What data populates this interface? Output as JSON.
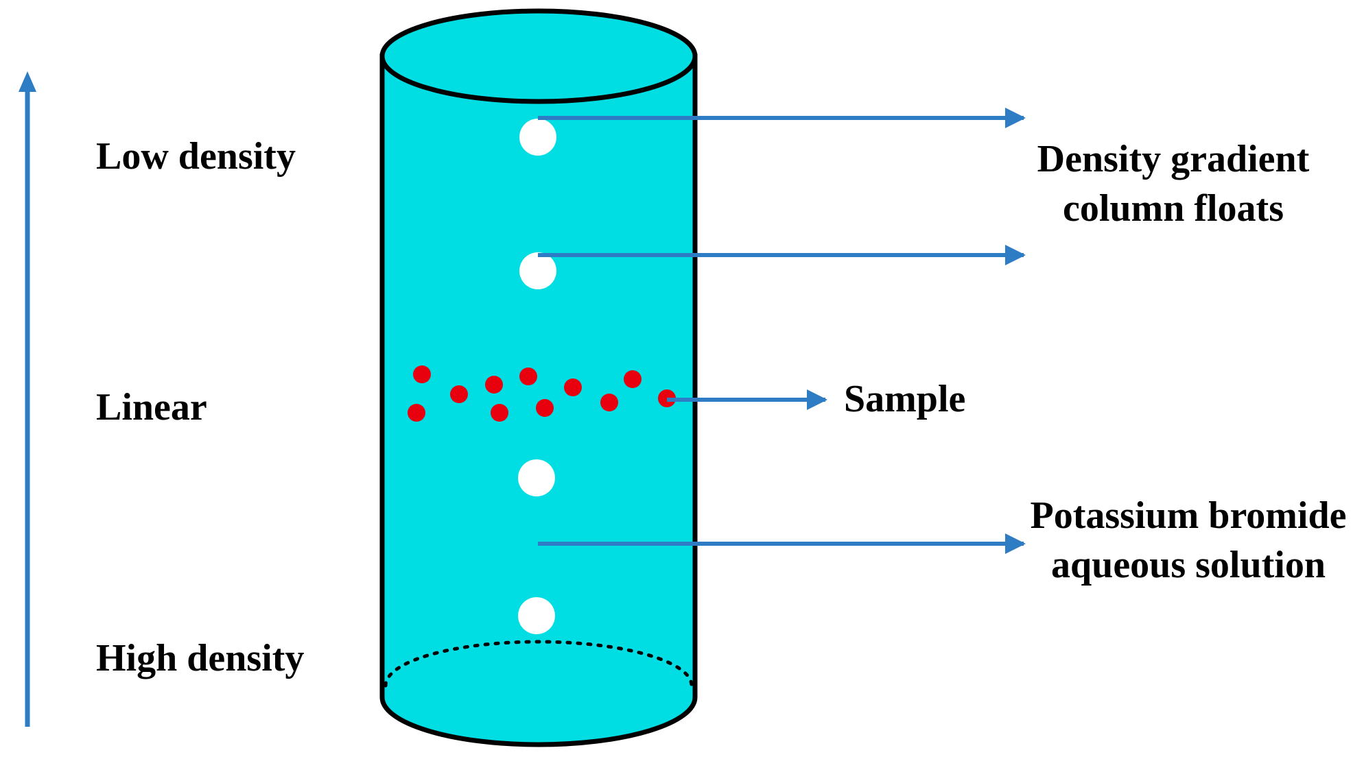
{
  "labels": {
    "low_density": "Low density",
    "linear": "Linear",
    "high_density": "High density",
    "floats_line1": "Density gradient",
    "floats_line2": "column floats",
    "sample": "Sample",
    "solution_line1": "Potassium bromide",
    "solution_line2": "aqueous solution"
  },
  "colors": {
    "solution": "#00DDE3",
    "arrow": "#2E7CC4",
    "sample_particle": "#E8000F",
    "float": "#FFFFFF",
    "outline": "#000000"
  }
}
